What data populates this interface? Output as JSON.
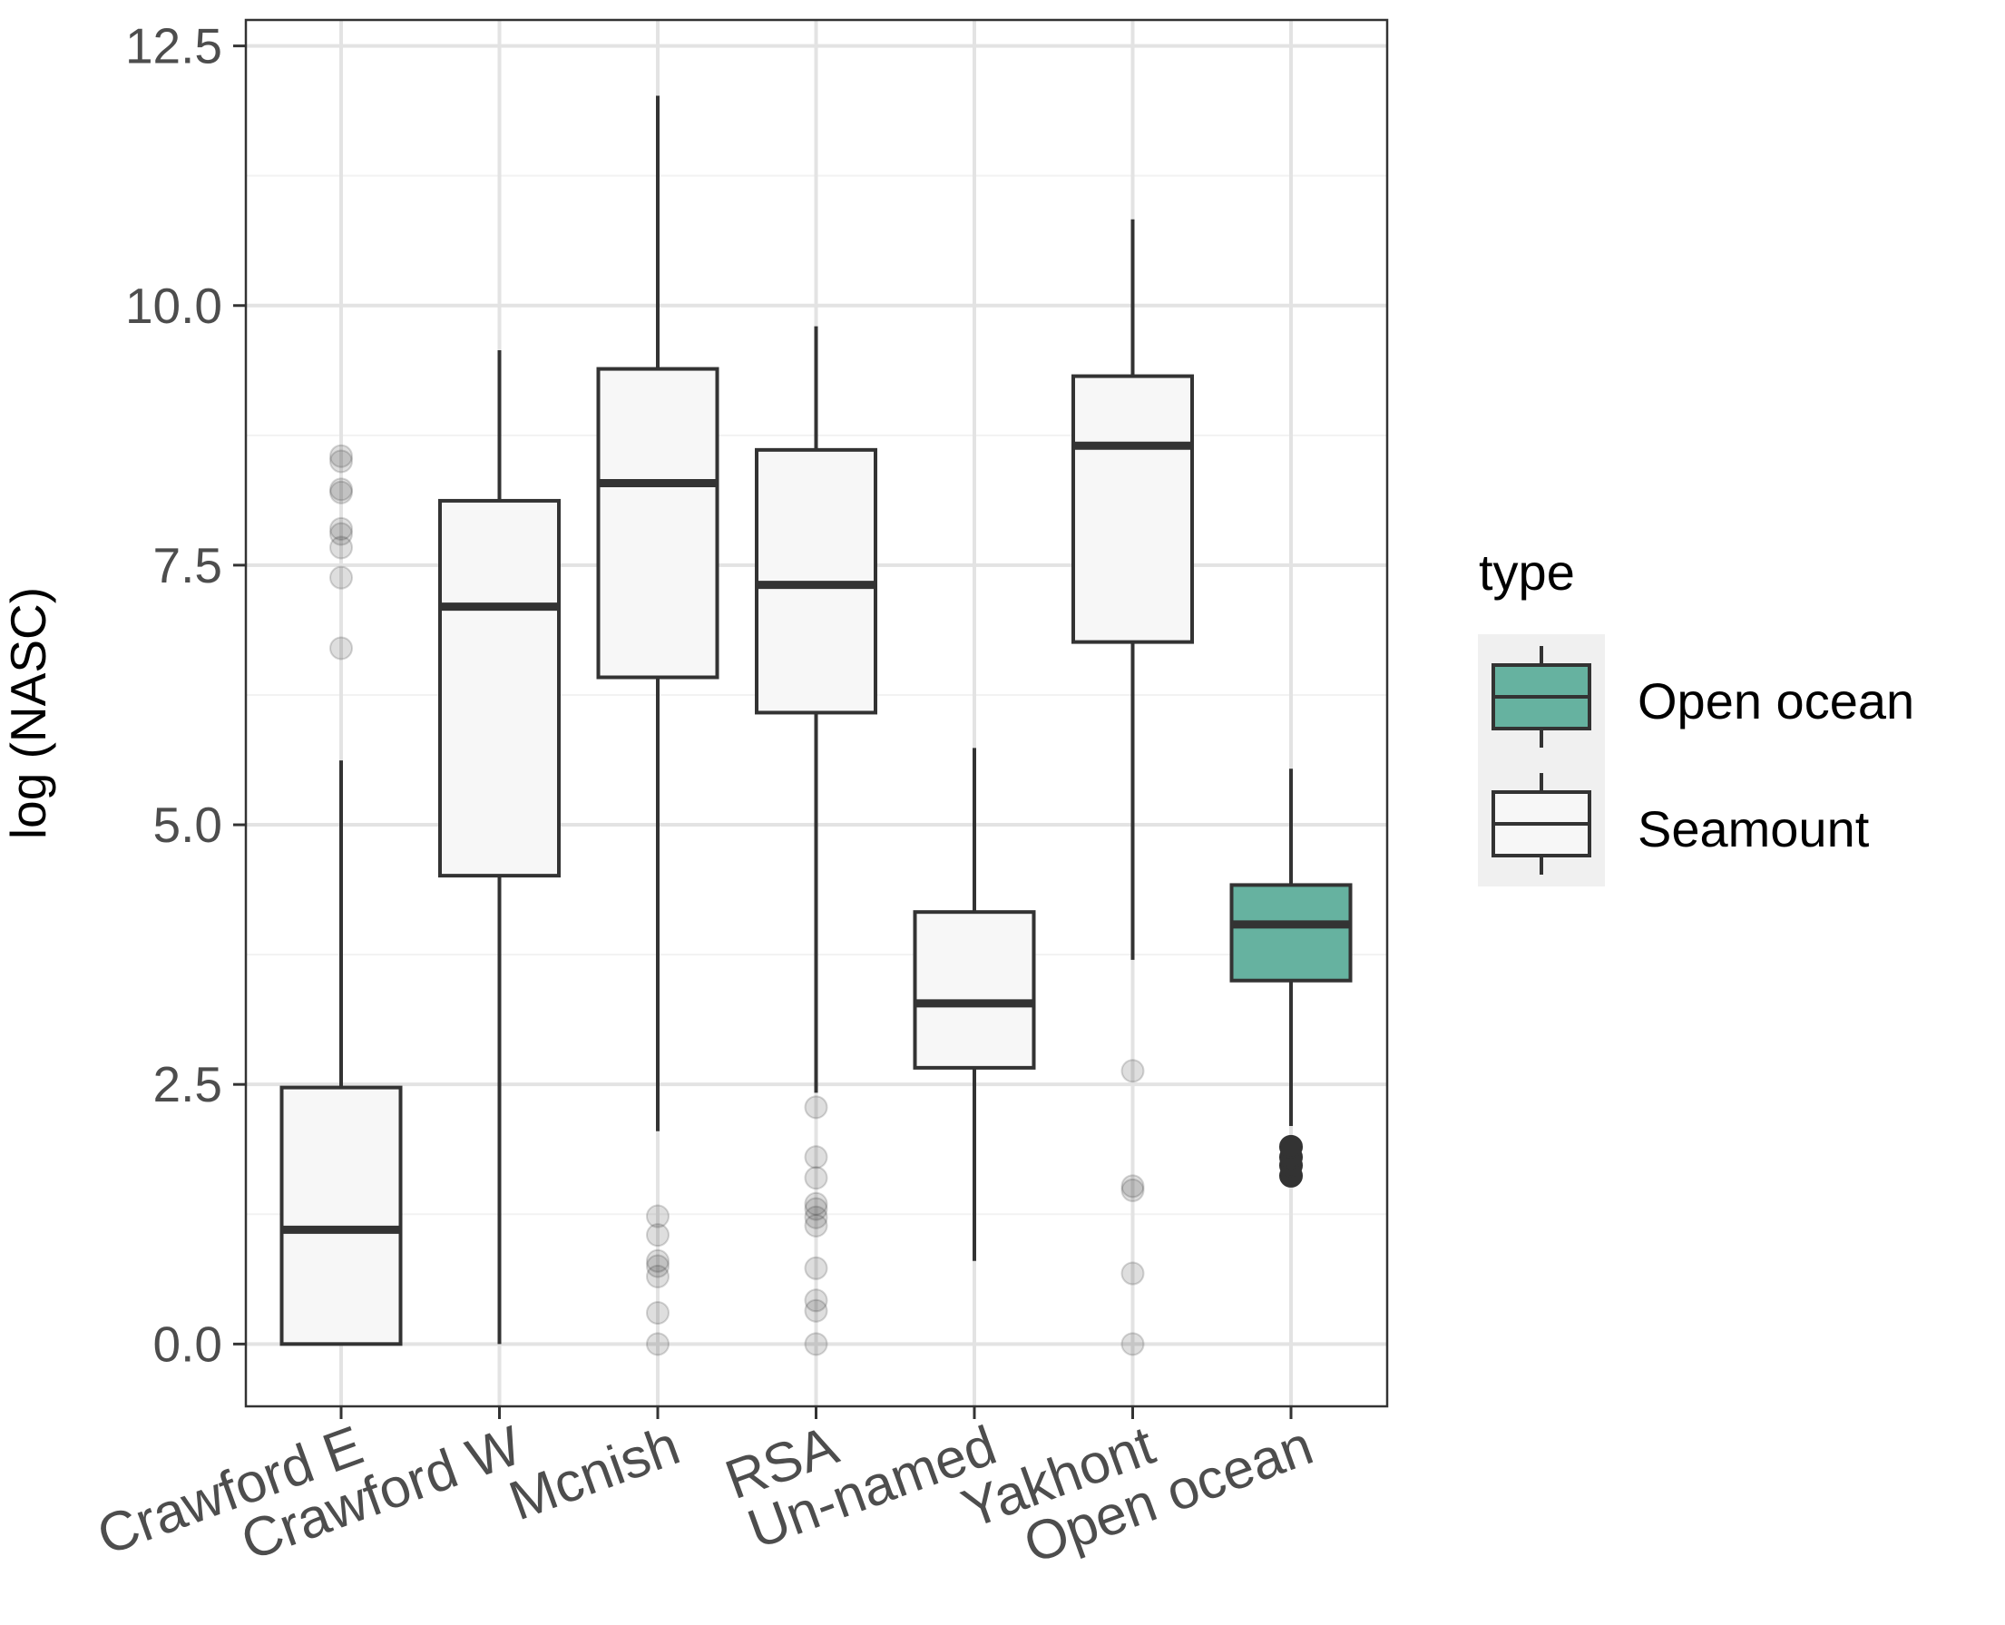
{
  "chart_data": {
    "type": "boxplot",
    "ylabel": "log (NASC)",
    "xlabel": "",
    "ylim": [
      -0.6,
      12.75
    ],
    "yticks": [
      0.0,
      2.5,
      5.0,
      7.5,
      10.0
    ],
    "ytick_labels": [
      "0.0",
      "2.5",
      "5.0",
      "7.5",
      "10.0",
      "12.5"
    ],
    "ytick_values": [
      0.0,
      2.5,
      5.0,
      7.5,
      10.0,
      12.5
    ],
    "grid": true,
    "legend": {
      "title": "type",
      "placement": "right",
      "entries": [
        {
          "label": "Open ocean",
          "color": "#66b2a0"
        },
        {
          "label": "Seamount",
          "color": "#f7f7f7"
        }
      ]
    },
    "categories": [
      "Crawford E",
      "Crawford W",
      "Mcnish",
      "RSA",
      "Un-named",
      "Yakhont",
      "Open ocean"
    ],
    "boxes": [
      {
        "category": "Crawford E",
        "type": "Seamount",
        "whisker_low": 0.0,
        "q1": 0.0,
        "median": 1.1,
        "q3": 2.47,
        "whisker_high": 5.62,
        "outliers": [
          6.7,
          7.38,
          7.67,
          7.8,
          7.85,
          8.2,
          8.23,
          8.5,
          8.55
        ],
        "outlier_style": "faint"
      },
      {
        "category": "Crawford W",
        "type": "Seamount",
        "whisker_low": 0.0,
        "q1": 4.51,
        "median": 7.1,
        "q3": 8.12,
        "whisker_high": 9.57,
        "outliers": [],
        "outlier_style": "faint"
      },
      {
        "category": "Mcnish",
        "type": "Seamount",
        "whisker_low": 2.05,
        "q1": 6.42,
        "median": 8.29,
        "q3": 9.39,
        "whisker_high": 12.02,
        "outliers": [
          0.0,
          0.3,
          0.65,
          0.75,
          0.8,
          1.05,
          1.23
        ],
        "outlier_style": "faint"
      },
      {
        "category": "RSA",
        "type": "Seamount",
        "whisker_low": 2.42,
        "q1": 6.08,
        "median": 7.31,
        "q3": 8.61,
        "whisker_high": 9.8,
        "outliers": [
          0.0,
          0.32,
          0.42,
          0.73,
          1.14,
          1.22,
          1.3,
          1.35,
          1.6,
          1.8,
          2.28
        ],
        "outlier_style": "faint"
      },
      {
        "category": "Un-named",
        "type": "Seamount",
        "whisker_low": 0.8,
        "q1": 2.66,
        "median": 3.28,
        "q3": 4.16,
        "whisker_high": 5.74,
        "outliers": [],
        "outlier_style": "faint"
      },
      {
        "category": "Yakhont",
        "type": "Seamount",
        "whisker_low": 3.7,
        "q1": 6.76,
        "median": 8.65,
        "q3": 9.32,
        "whisker_high": 10.83,
        "outliers": [
          0.0,
          0.68,
          1.48,
          1.52,
          2.63
        ],
        "outlier_style": "faint"
      },
      {
        "category": "Open ocean",
        "type": "Open ocean",
        "whisker_low": 2.1,
        "q1": 3.5,
        "median": 4.04,
        "q3": 4.42,
        "whisker_high": 5.54,
        "outliers": [
          1.62,
          1.72,
          1.8,
          1.9
        ],
        "outlier_style": "solid"
      }
    ]
  }
}
